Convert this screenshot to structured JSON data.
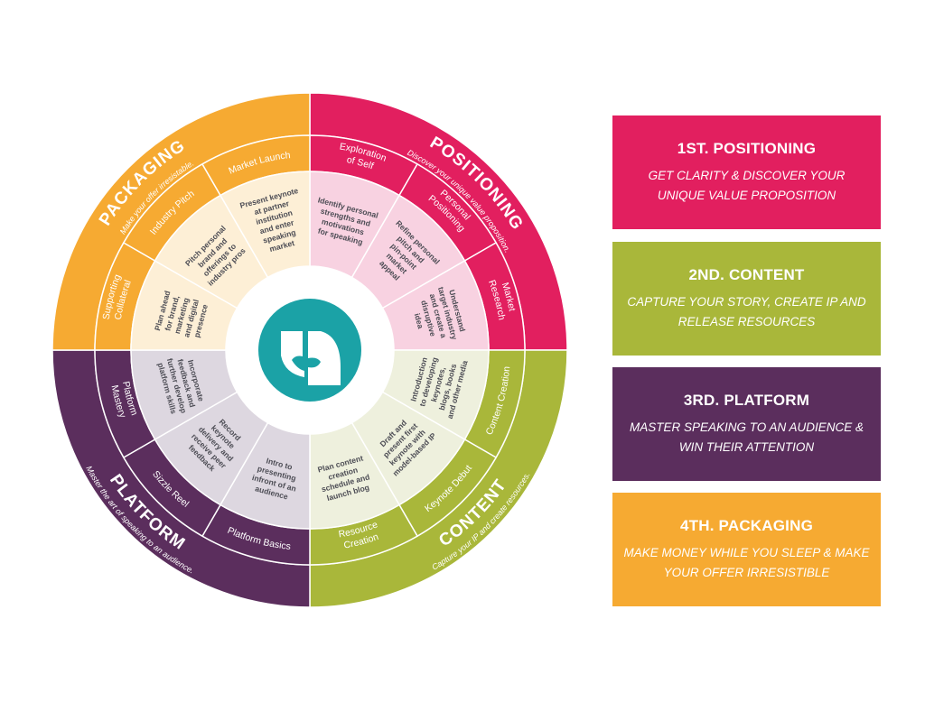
{
  "colors": {
    "positioning": "#e21f5f",
    "positioning_pale": "#f8d2e1",
    "content": "#a9b73a",
    "content_pale": "#eef0dd",
    "platform": "#5b2e5d",
    "platform_pale": "#ddd7e0",
    "packaging": "#f6aa32",
    "packaging_pale": "#fdefd6",
    "logo": "#1ba2a6",
    "inner_text": "#4d4d55"
  },
  "logo_icon": "speech-bubbles-logo",
  "quadrants": [
    {
      "key": "positioning",
      "title": "POSITIONING",
      "subtitle": "Discover your unique value proposition.",
      "segments": [
        {
          "label": [
            "Exploration",
            "of Self"
          ],
          "detail": [
            "Identify personal",
            "strengths and",
            "motivations",
            "for speaking"
          ]
        },
        {
          "label": [
            "Personal",
            "Positioning"
          ],
          "detail": [
            "Refine personal",
            "pitch and",
            "pin-point",
            "market",
            "appeal"
          ]
        },
        {
          "label": [
            "Market",
            "Research"
          ],
          "detail": [
            "Understand",
            "target industry",
            "and create a",
            "disruptive",
            "idea"
          ]
        }
      ]
    },
    {
      "key": "content",
      "title": "CONTENT",
      "subtitle": "Capture your IP and create resources.",
      "segments": [
        {
          "label": [
            "Content Creation"
          ],
          "detail": [
            "Introduction",
            "to developing",
            "keynotes,",
            "blogs, books",
            "and other media"
          ]
        },
        {
          "label": [
            "Keynote Debut"
          ],
          "detail": [
            "Draft and",
            "present first",
            "keynote with",
            "model-based IP"
          ]
        },
        {
          "label": [
            "Resource",
            "Creation"
          ],
          "detail": [
            "Plan content",
            "creation",
            "schedule and",
            "launch blog"
          ]
        }
      ]
    },
    {
      "key": "platform",
      "title": "PLATFORM",
      "subtitle": "Master the art of speaking to an audience.",
      "segments": [
        {
          "label": [
            "Platform Basics"
          ],
          "detail": [
            "Intro to",
            "presenting",
            "infront of an",
            "audience"
          ]
        },
        {
          "label": [
            "Sizzle Reel"
          ],
          "detail": [
            "Record",
            "keynote",
            "delivery and",
            "receive peer",
            "feedback"
          ]
        },
        {
          "label": [
            "Platform",
            "Mastery"
          ],
          "detail": [
            "Incorporate",
            "feedback and",
            "further develop",
            "platform skills"
          ]
        }
      ]
    },
    {
      "key": "packaging",
      "title": "PACKAGING",
      "subtitle": "Make your offer irresistable.",
      "segments": [
        {
          "label": [
            "Supporting",
            "Collateral"
          ],
          "detail": [
            "Plan ahead",
            "for brand,",
            "marketing",
            "and digital",
            "presence"
          ]
        },
        {
          "label": [
            "Industry Pitch"
          ],
          "detail": [
            "Pitch personal",
            "brand and",
            "offerings to",
            "industry pros"
          ]
        },
        {
          "label": [
            "Market Launch"
          ],
          "detail": [
            "Present keynote",
            "at partner",
            "institution",
            "and enter",
            "speaking",
            "market"
          ]
        }
      ]
    }
  ],
  "panels": [
    {
      "title": "1ST. POSITIONING",
      "text": "GET CLARITY & DISCOVER YOUR UNIQUE VALUE PROPOSITION"
    },
    {
      "title": "2ND. CONTENT",
      "text": "CAPTURE YOUR STORY, CREATE IP AND RELEASE RESOURCES"
    },
    {
      "title": "3RD. PLATFORM",
      "text": "MASTER SPEAKING TO AN AUDIENCE & WIN THEIR ATTENTION"
    },
    {
      "title": "4TH. PACKAGING",
      "text": "MAKE MONEY WHILE YOU SLEEP & MAKE YOUR OFFER IRRESISTIBLE"
    }
  ]
}
